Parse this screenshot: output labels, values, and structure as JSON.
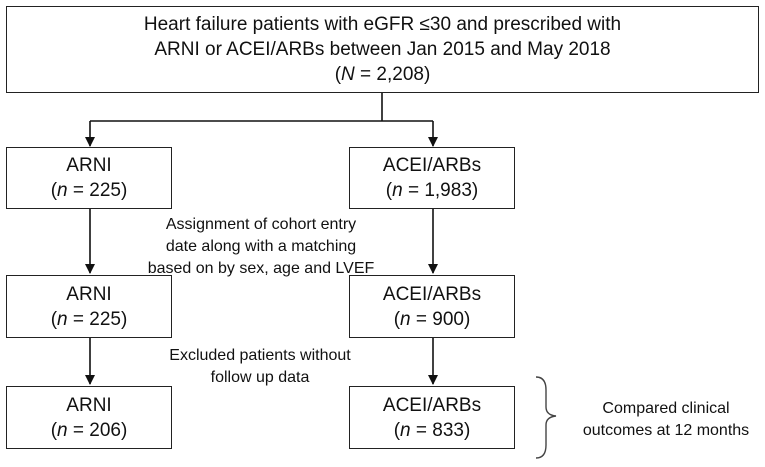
{
  "top_box": {
    "line1": "Heart failure patients with eGFR ≤30 and prescribed with",
    "line2": "ARNI or ACEI/ARBs between Jan 2015 and May 2018",
    "n_label": "N",
    "n_value": " = 2,208)"
  },
  "arni": [
    {
      "name": "ARNI",
      "n_label": "n",
      "n_value": " = 225)"
    },
    {
      "name": "ARNI",
      "n_label": "n",
      "n_value": " = 225)"
    },
    {
      "name": "ARNI",
      "n_label": "n",
      "n_value": " = 206)"
    }
  ],
  "acei": [
    {
      "name": "ACEI/ARBs",
      "n_label": "n",
      "n_value": " = 1,983)"
    },
    {
      "name": "ACEI/ARBs",
      "n_label": "n",
      "n_value": " = 900)"
    },
    {
      "name": "ACEI/ARBs",
      "n_label": "n",
      "n_value": " = 833)"
    }
  ],
  "notes": {
    "matching": [
      "Assignment of cohort entry",
      "date along with a matching",
      "based on by sex, age and LVEF"
    ],
    "exclusion": [
      "Excluded patients without",
      "follow up data"
    ],
    "outcome": [
      "Compared clinical",
      "outcomes at 12 months"
    ]
  }
}
